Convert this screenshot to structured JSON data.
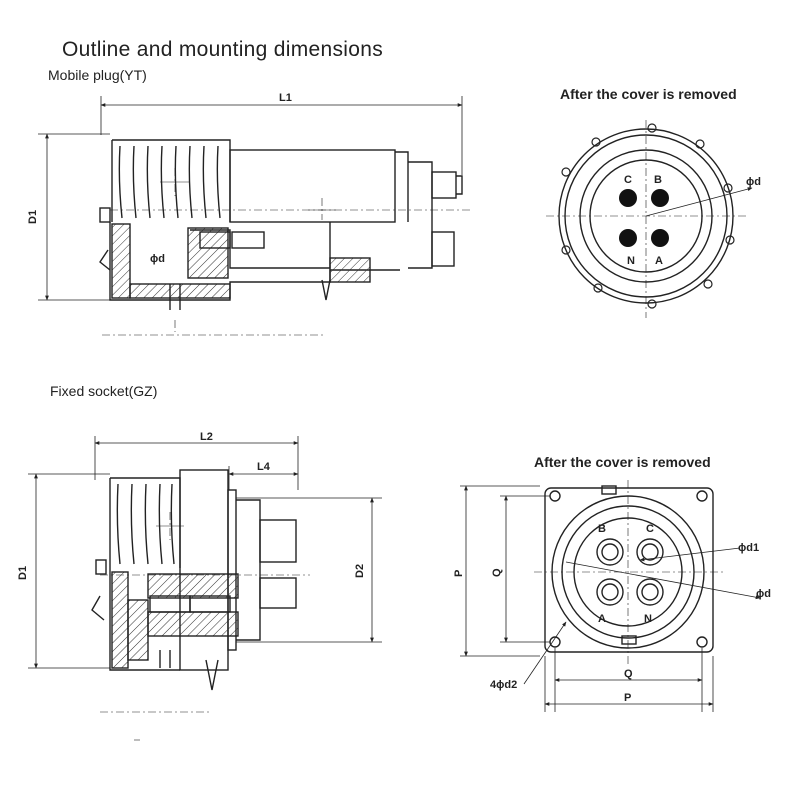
{
  "title": "Outline and mounting dimensions",
  "mobile_plug": {
    "heading": "Mobile plug(YT)",
    "dims": {
      "length": "L1",
      "diameter": "D1",
      "pin": "ϕd"
    },
    "front_view": {
      "caption": "After the cover is removed",
      "pins": [
        "C",
        "B",
        "N",
        "A"
      ],
      "pin_dim": "ϕd"
    }
  },
  "fixed_socket": {
    "heading": "Fixed socket(GZ)",
    "dims": {
      "length": "L2",
      "length2": "L4",
      "diameter": "D1",
      "diameter2": "D2"
    },
    "front_view": {
      "caption": "After the cover is removed",
      "pins": [
        "B",
        "C",
        "A",
        "N"
      ],
      "pin_dim": "ϕd",
      "pin_dim1": "ϕd1",
      "flange": "P",
      "hole_pitch": "Q",
      "holes": "4ϕd2"
    }
  }
}
